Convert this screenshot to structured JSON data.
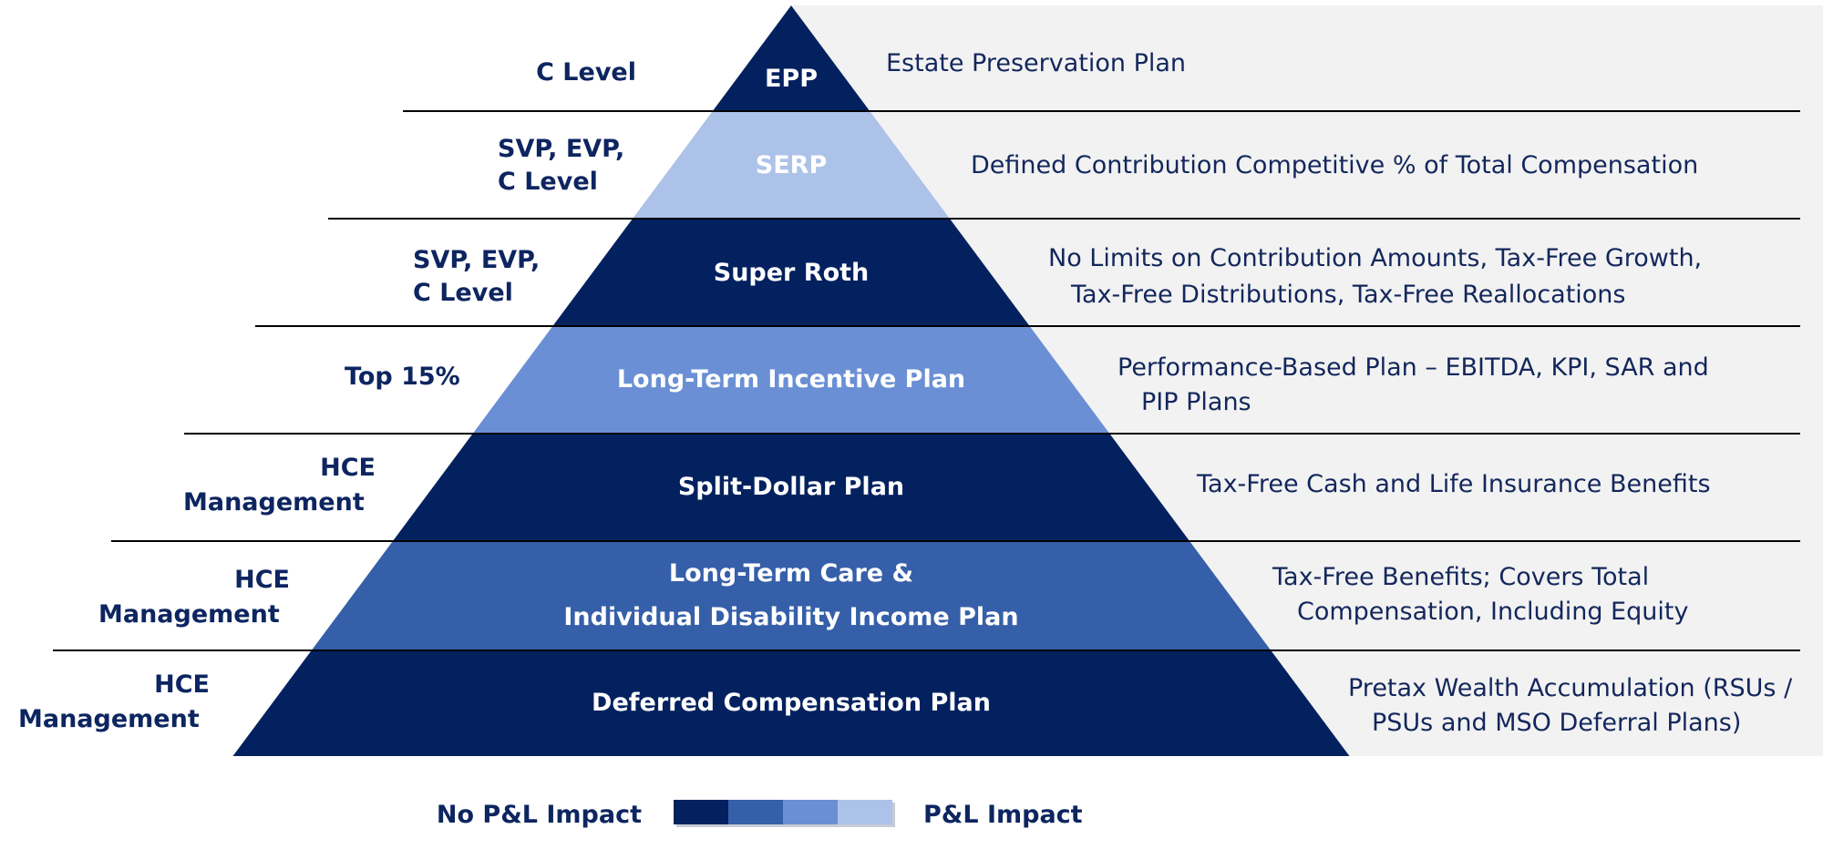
{
  "colors": {
    "navy": "#03215f",
    "medium_blue": "#365fa9",
    "light_blue": "#6a8fd4",
    "pale_blue": "#adc2e8",
    "panel_gray": "#f2f2f2",
    "rule_black": "#000000",
    "audience_text": "#0d2560",
    "description_text": "#13275c"
  },
  "tiers": [
    {
      "id": "epp",
      "label_lines": [
        "EPP"
      ],
      "audience_lines": [
        "C Level"
      ],
      "description_lines": [
        "Estate Preservation Plan"
      ],
      "fill": "navy",
      "label_color": "#ffffff"
    },
    {
      "id": "serp",
      "label_lines": [
        "SERP"
      ],
      "audience_lines": [
        "SVP, EVP,",
        "C Level"
      ],
      "description_lines": [
        "Defined Contribution Competitive % of Total Compensation"
      ],
      "fill": "pale_blue",
      "label_color": "#ffffff"
    },
    {
      "id": "super-roth",
      "label_lines": [
        "Super Roth"
      ],
      "audience_lines": [
        "SVP, EVP,",
        "C Level"
      ],
      "description_lines": [
        "No Limits on Contribution Amounts, Tax-Free Growth,",
        "Tax-Free Distributions, Tax-Free Reallocations"
      ],
      "fill": "navy",
      "label_color": "#ffffff"
    },
    {
      "id": "ltip",
      "label_lines": [
        "Long-Term Incentive Plan"
      ],
      "audience_lines": [
        "Top 15%"
      ],
      "description_lines": [
        "Performance-Based Plan – EBITDA, KPI, SAR and",
        "PIP Plans"
      ],
      "fill": "light_blue",
      "label_color": "#ffffff"
    },
    {
      "id": "split-dollar",
      "label_lines": [
        "Split-Dollar Plan"
      ],
      "audience_lines": [
        "HCE",
        "Management"
      ],
      "description_lines": [
        "Tax-Free Cash and Life Insurance Benefits"
      ],
      "fill": "navy",
      "label_color": "#ffffff"
    },
    {
      "id": "ltc-di",
      "label_lines": [
        "Long-Term Care &",
        "Individual Disability Income Plan"
      ],
      "audience_lines": [
        "HCE",
        "Management"
      ],
      "description_lines": [
        "Tax-Free Benefits; Covers Total",
        "Compensation, Including Equity"
      ],
      "fill": "medium_blue",
      "label_color": "#ffffff"
    },
    {
      "id": "deferred-comp",
      "label_lines": [
        "Deferred Compensation Plan"
      ],
      "audience_lines": [
        "HCE",
        "Management"
      ],
      "description_lines": [
        "Pretax Wealth Accumulation (RSUs /",
        "PSUs and MSO Deferral Plans)"
      ],
      "fill": "navy",
      "label_color": "#ffffff"
    }
  ],
  "legend": {
    "left_label": "No P&L Impact",
    "right_label": "P&L Impact",
    "swatches": [
      "navy",
      "medium_blue",
      "light_blue",
      "pale_blue"
    ]
  }
}
